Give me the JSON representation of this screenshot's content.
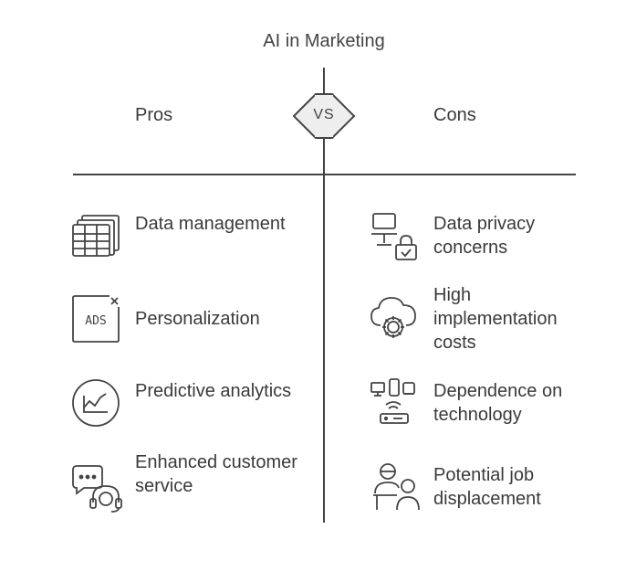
{
  "title": "AI in Marketing",
  "vs_label": "VS",
  "pros": {
    "heading": "Pros",
    "items": [
      {
        "label": "Data management",
        "icon": "table-stack-icon"
      },
      {
        "label": "Personalization",
        "icon": "ads-icon"
      },
      {
        "label": "Predictive analytics",
        "icon": "chart-circle-icon"
      },
      {
        "label": "Enhanced customer service",
        "icon": "chat-headset-icon"
      }
    ]
  },
  "cons": {
    "heading": "Cons",
    "items": [
      {
        "label": "Data privacy concerns",
        "icon": "monitor-lock-icon"
      },
      {
        "label": "High implementation costs",
        "icon": "cloud-gear-icon"
      },
      {
        "label": "Dependence on technology",
        "icon": "devices-router-icon"
      },
      {
        "label": "Potential job displacement",
        "icon": "people-desk-icon"
      }
    ]
  },
  "colors": {
    "line": "#444444",
    "text": "#3a3a3a",
    "vs_fill": "#eeeeee"
  }
}
